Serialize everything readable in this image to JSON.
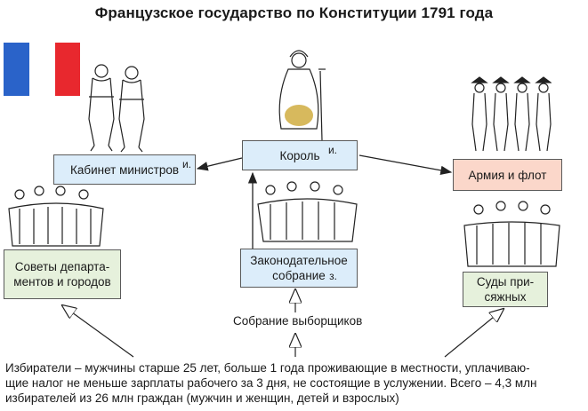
{
  "title": "Французское государство по Конституции 1791 года",
  "flag": {
    "colors": [
      "#2a63c9",
      "#ffffff",
      "#e8282e"
    ]
  },
  "boxes": {
    "cabinet": {
      "label": "Кабинет министров",
      "sup": "и."
    },
    "king": {
      "label": "Король",
      "sup": "и."
    },
    "army": {
      "label": "Армия и флот"
    },
    "councils": {
      "line1": "Советы департа-",
      "line2": "ментов и городов"
    },
    "assembly": {
      "line1": "Законодательное",
      "line2": "собрание",
      "sup": "з."
    },
    "courts": {
      "line1": "Суды при-",
      "line2": "сяжных"
    }
  },
  "electors_assembly": "Собрание выборщиков",
  "footnote": {
    "line1": "Избиратели – мужчины старше 25 лет, больше 1 года проживающие в местности, уплачиваю-",
    "line2": "щие налог не меньше зарплаты рабочего за 3 дня, не состоящие в услужении. Всего – 4,3 млн",
    "line3": "избирателей из 26 млн граждан (мужчин и женщин, детей и взрослых)"
  },
  "colors": {
    "blue_box": "#dcedfa",
    "salmon_box": "#fbd7ca",
    "green_box": "#e6f1dc"
  },
  "icons": [
    "flag-france-icon",
    "ministers-illustration",
    "king-illustration",
    "soldiers-illustration",
    "council-illustration",
    "assembly-illustration",
    "jury-illustration"
  ]
}
